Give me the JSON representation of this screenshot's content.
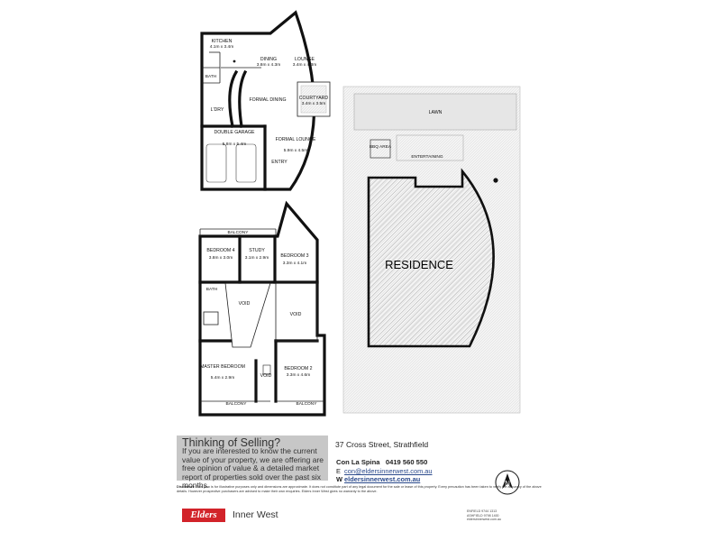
{
  "ground_floor": {
    "rooms": [
      {
        "name": "KITCHEN",
        "dims": "4.1m x 3.4m"
      },
      {
        "name": "DINING",
        "dims": "3.8m x 4.3m"
      },
      {
        "name": "LOUNGE",
        "dims": "3.4m x 4.3m"
      },
      {
        "name": "FORMAL DINING",
        "dims": ""
      },
      {
        "name": "COURTYARD",
        "dims": "3.4m x 3.5m"
      },
      {
        "name": "L'DRY",
        "dims": ""
      },
      {
        "name": "DOUBLE GARAGE",
        "dims": "5.8m x 5.4m"
      },
      {
        "name": "FORMAL LOUNGE",
        "dims": "5.9m x 4.5m"
      },
      {
        "name": "ENTRY",
        "dims": ""
      },
      {
        "name": "BATH",
        "dims": ""
      }
    ]
  },
  "first_floor": {
    "rooms": [
      {
        "name": "BALCONY",
        "dims": ""
      },
      {
        "name": "BEDROOM 4",
        "dims": "3.8m x 3.0m"
      },
      {
        "name": "STUDY",
        "dims": "3.1m x 2.9m"
      },
      {
        "name": "BEDROOM 3",
        "dims": "3.3m x 4.1m"
      },
      {
        "name": "BATH",
        "dims": ""
      },
      {
        "name": "VOID",
        "dims": ""
      },
      {
        "name": "VOID",
        "dims": ""
      },
      {
        "name": "MASTER BEDROOM",
        "dims": "5.4m x 2.9m"
      },
      {
        "name": "VOID",
        "dims": ""
      },
      {
        "name": "BEDROOM 2",
        "dims": "3.3m x 4.6m"
      },
      {
        "name": "BALCONY",
        "dims": ""
      },
      {
        "name": "BALCONY",
        "dims": ""
      }
    ]
  },
  "site_plan": {
    "lawn": "LAWN",
    "bbq": "BBQ AREA",
    "entertaining": "ENTERTAINING",
    "residence": "RESIDENCE"
  },
  "promo": {
    "title": "Thinking of Selling?",
    "body": "If you are interested to know the current value of your property, we are offering are free opinion of value & a detailed market report of properties sold over the past six months."
  },
  "listing": {
    "address": "37 Cross Street, Strathfield",
    "agent_name": "Con La Spina",
    "agent_phone": "0419 560 550",
    "email_prefix": "E",
    "email": "con@eldersinnerwest.com.au",
    "web_prefix": "W",
    "website": "eldersinnerwest.com.au"
  },
  "disclaimer": {
    "label": "Disclaimer:",
    "text": "This plan is for illustrative purposes only and dimensions are approximate. It does not constitute part of any legal document for the sale or lease of this property. Every precaution has been taken to verify the accuracy of the above details. However prospective purchasers are advised to make their own enquiries. Elders Inner West gives no warranty to the above."
  },
  "branding": {
    "logo": "Elders",
    "name": "Inner West",
    "office_1": "ENFIELD 9744 1313",
    "office_2": "ASHFIELD 9798 1400",
    "office_3": "eldersinnerwest.com.au",
    "logo_color": "#d2232a"
  }
}
